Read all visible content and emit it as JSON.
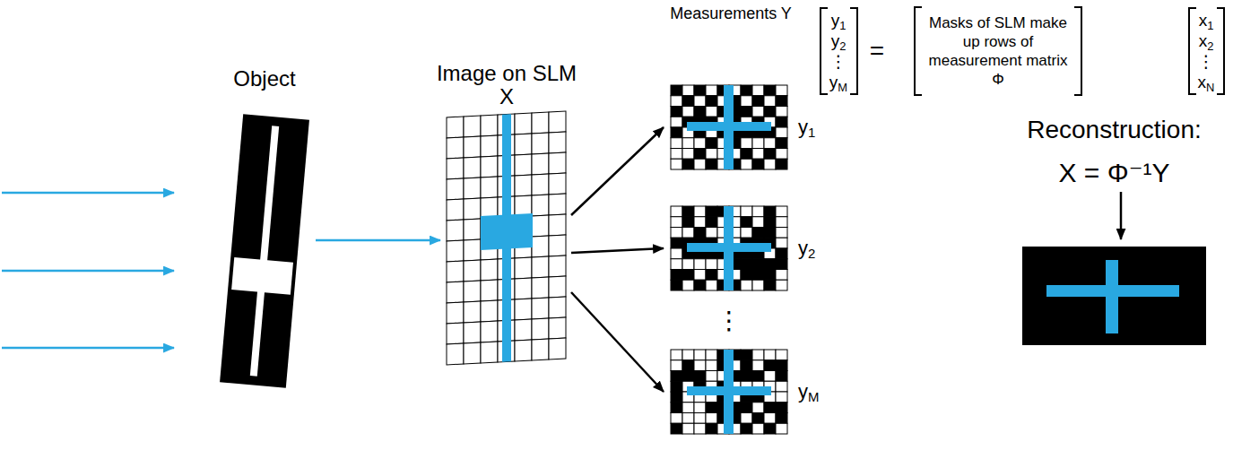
{
  "diagram": {
    "nodes": [
      {
        "text": [
          "Object"
        ]
      },
      {
        "text": [
          "Image on SLM",
          "X"
        ]
      },
      {
        "text": [
          "y1"
        ]
      },
      {
        "text": [
          "y2"
        ]
      },
      {
        "text": [
          "yM"
        ]
      },
      {
        "text": [
          "y1",
          "y2",
          "⋮",
          "yM"
        ]
      },
      {
        "text": [
          "Masks of SLM make up rows of measurement matrix Φ"
        ]
      },
      {
        "text": [
          "x1",
          "x2",
          "⋮",
          "xN"
        ]
      },
      {
        "text": [
          "Reconstruction:",
          "X = Φ⁻¹Y"
        ]
      }
    ],
    "edges": [
      {
        "from": 0,
        "to": 1,
        "arrow": "to"
      },
      {
        "from": 1,
        "to": 2,
        "arrow": "to"
      },
      {
        "from": 1,
        "to": 3,
        "arrow": "to"
      },
      {
        "from": 1,
        "to": 4,
        "arrow": "to"
      }
    ],
    "labels": [
      "Measurements Y",
      "⋮",
      "="
    ]
  }
}
